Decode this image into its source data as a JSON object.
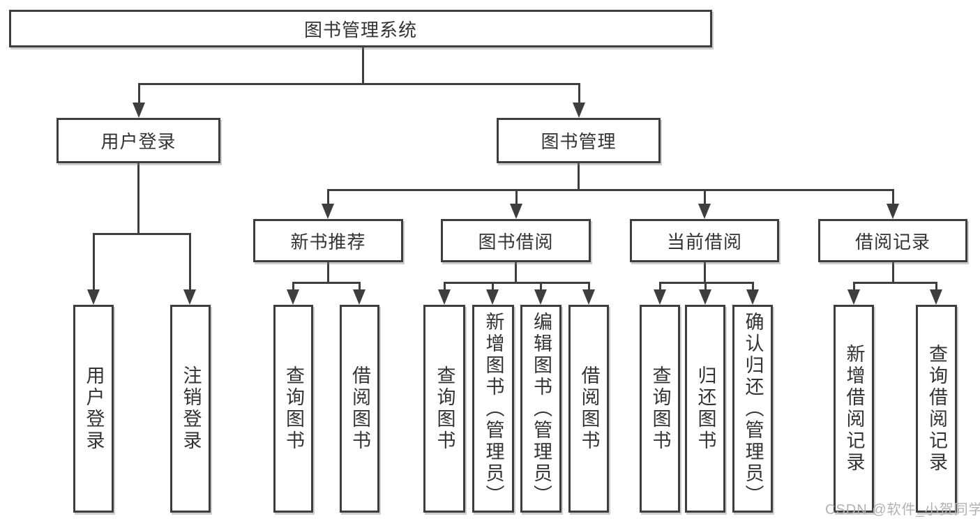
{
  "root": "图书管理系统",
  "level1": {
    "user_login": "用户登录",
    "book_management": "图书管理"
  },
  "level2": {
    "new_book_recommend": "新书推荐",
    "book_borrowing": "图书借阅",
    "current_borrowing": "当前借阅",
    "borrow_records": "借阅记录"
  },
  "level3": {
    "user_login": [
      "用户登录",
      "注销登录"
    ],
    "new_book_recommend": [
      "查询图书",
      "借阅图书"
    ],
    "book_borrowing": [
      "查询图书",
      "新增图书（管理员）",
      "编辑图书（管理员）",
      "借阅图书"
    ],
    "current_borrowing": [
      "查询图书",
      "归还图书",
      "确认归还（管理员）"
    ],
    "borrow_records": [
      "新增借阅记录",
      "查询借阅记录"
    ]
  },
  "watermark": "CSDN @软件_小贺同学",
  "colors": {
    "line": "#3e3e3e",
    "text": "#333333",
    "background": "#ffffff",
    "watermark": "#b2b2b2"
  }
}
